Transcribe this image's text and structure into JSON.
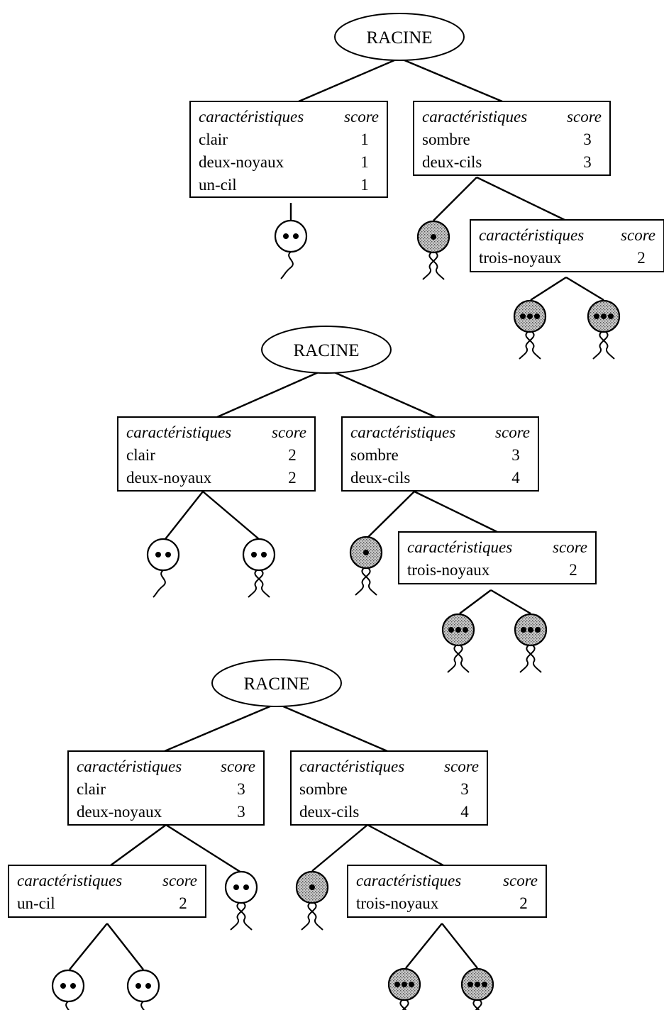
{
  "trees": [
    {
      "root": "RACINE",
      "nodes": [
        {
          "header": [
            "caractéristiques",
            "score"
          ],
          "rows": [
            [
              "clair",
              "1"
            ],
            [
              "deux-noyaux",
              "1"
            ],
            [
              "un-cil",
              "1"
            ]
          ]
        },
        {
          "header": [
            "caractéristiques",
            "score"
          ],
          "rows": [
            [
              "sombre",
              "3"
            ],
            [
              "deux-cils",
              "3"
            ]
          ]
        },
        {
          "header": [
            "caractéristiques",
            "score"
          ],
          "rows": [
            [
              "trois-noyaux",
              "2"
            ]
          ]
        }
      ]
    },
    {
      "root": "RACINE",
      "nodes": [
        {
          "header": [
            "caractéristiques",
            "score"
          ],
          "rows": [
            [
              "clair",
              "2"
            ],
            [
              "deux-noyaux",
              "2"
            ]
          ]
        },
        {
          "header": [
            "caractéristiques",
            "score"
          ],
          "rows": [
            [
              "sombre",
              "3"
            ],
            [
              "deux-cils",
              "4"
            ]
          ]
        },
        {
          "header": [
            "caractéristiques",
            "score"
          ],
          "rows": [
            [
              "trois-noyaux",
              "2"
            ]
          ]
        }
      ]
    },
    {
      "root": "RACINE",
      "nodes": [
        {
          "header": [
            "caractéristiques",
            "score"
          ],
          "rows": [
            [
              "clair",
              "3"
            ],
            [
              "deux-noyaux",
              "3"
            ]
          ]
        },
        {
          "header": [
            "caractéristiques",
            "score"
          ],
          "rows": [
            [
              "sombre",
              "3"
            ],
            [
              "deux-cils",
              "4"
            ]
          ]
        },
        {
          "header": [
            "caractéristiques",
            "score"
          ],
          "rows": [
            [
              "un-cil",
              "2"
            ]
          ]
        },
        {
          "header": [
            "caractéristiques",
            "score"
          ],
          "rows": [
            [
              "trois-noyaux",
              "2"
            ]
          ]
        }
      ]
    }
  ],
  "colors": {
    "ink": "#000000",
    "paper": "#ffffff",
    "shade": "#b8b8b8"
  }
}
